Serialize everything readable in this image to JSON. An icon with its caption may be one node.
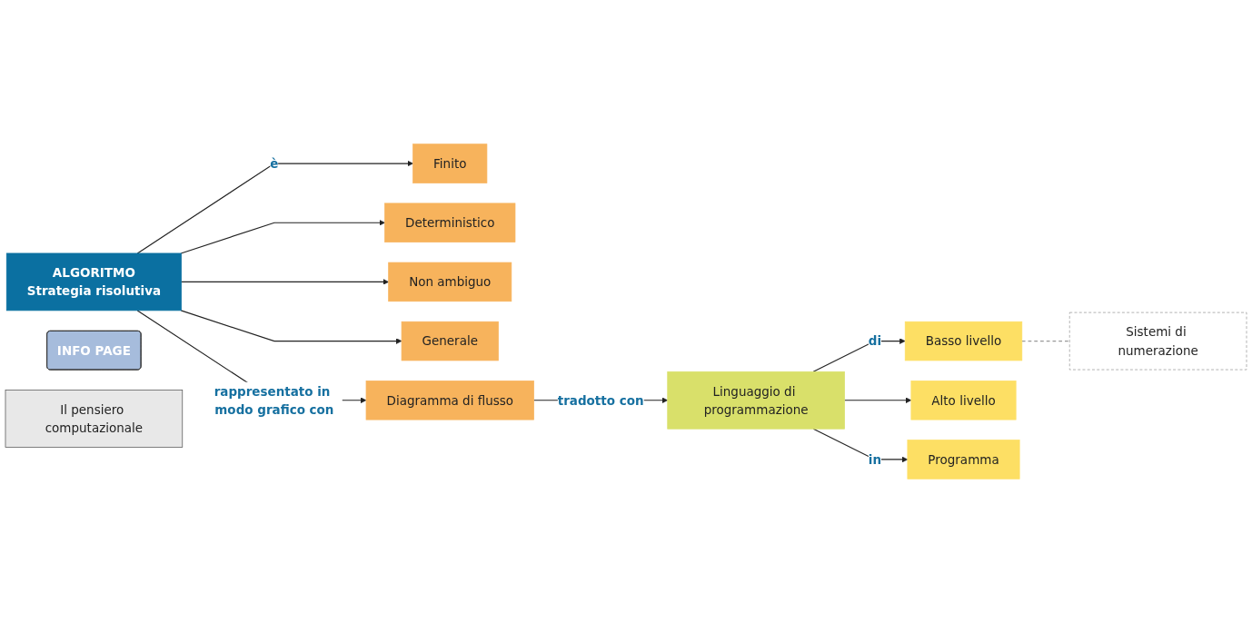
{
  "diagram": {
    "nodes": [
      {
        "text": [
          "ALGORITMO",
          "Strategia risolutiva"
        ]
      },
      {
        "text": [
          "Finito"
        ]
      },
      {
        "text": [
          "Deterministico"
        ]
      },
      {
        "text": [
          "Non ambiguo"
        ]
      },
      {
        "text": [
          "Generale"
        ]
      },
      {
        "text": [
          "INFO PAGE"
        ]
      },
      {
        "text": [
          "Il pensiero computazionale"
        ]
      },
      {
        "text": [
          "Diagramma di flusso"
        ]
      },
      {
        "text": [
          "Linguaggio di programmazione"
        ]
      },
      {
        "text": [
          "Basso livello"
        ]
      },
      {
        "text": [
          "Sistemi di numerazione"
        ]
      },
      {
        "text": [
          "Alto livello"
        ]
      },
      {
        "text": [
          "Programma"
        ]
      }
    ],
    "edges": [
      {
        "from": 0,
        "to": 1,
        "arrow": "to",
        "label": "è"
      },
      {
        "from": 0,
        "to": 2,
        "arrow": "to"
      },
      {
        "from": 0,
        "to": 3,
        "arrow": "to"
      },
      {
        "from": 0,
        "to": 4,
        "arrow": "to"
      },
      {
        "from": 0,
        "to": 7,
        "arrow": "to",
        "label": "rappresentato in modo grafico con"
      },
      {
        "from": 7,
        "to": 8,
        "arrow": "to",
        "label": "tradotto con"
      },
      {
        "from": 8,
        "to": 9,
        "arrow": "to",
        "label": "di"
      },
      {
        "from": 8,
        "to": 11,
        "arrow": "to"
      },
      {
        "from": 8,
        "to": 12,
        "arrow": "to",
        "label": "in"
      },
      {
        "from": 9,
        "to": 10,
        "arrow": "none",
        "style": "dashed",
        "color": "#999999"
      }
    ]
  }
}
